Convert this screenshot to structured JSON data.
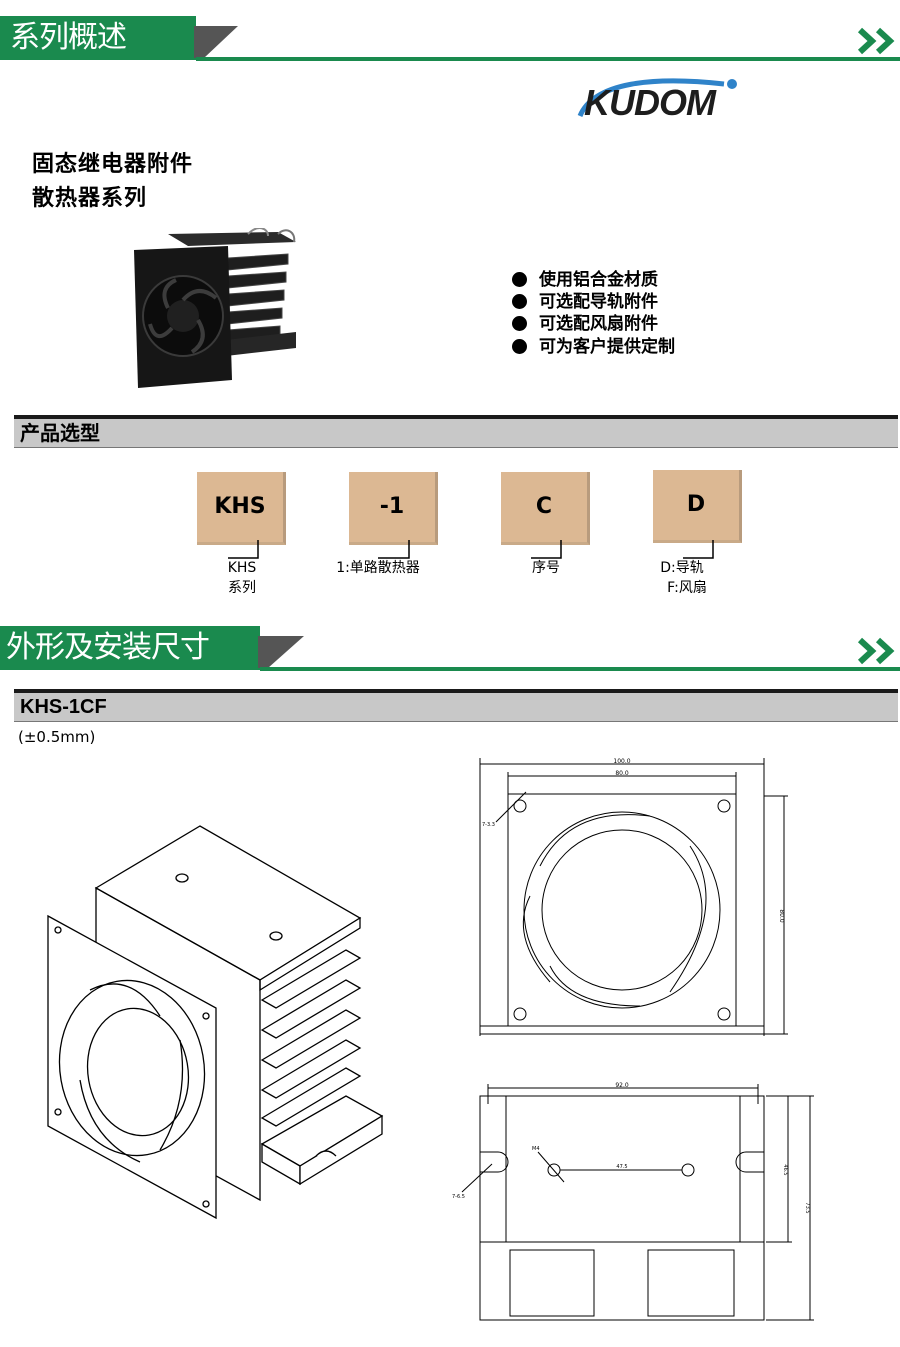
{
  "colors": {
    "banner_green": "#1a8a4e",
    "code_box": "#dcb893",
    "subhead_gray": "#c8c8c8"
  },
  "section1": {
    "title": "系列概述"
  },
  "logo": {
    "text": "KUDOM"
  },
  "product": {
    "line1": "固态继电器附件",
    "line2": "散热器系列"
  },
  "features": [
    "使用铝合金材质",
    "可选配导轨附件",
    "可选配风扇附件",
    "可为客户提供定制"
  ],
  "selection": {
    "title": "产品选型",
    "codes": [
      {
        "code": "KHS",
        "desc_line1": "KHS",
        "desc_line2": "系列"
      },
      {
        "code": "-1",
        "desc_line1": "1:单路散热器",
        "desc_line2": ""
      },
      {
        "code": "C",
        "desc_line1": "序号",
        "desc_line2": ""
      },
      {
        "code": "D",
        "desc_line1": "D:导轨",
        "desc_line2": "F:风扇"
      }
    ]
  },
  "section2": {
    "title": "外形及安装尺寸"
  },
  "model": {
    "title": "KHS-1CF",
    "tolerance": "(±0.5mm)"
  },
  "drawing_front": {
    "dim_total": "100.0",
    "dim_holes": "80.0",
    "dim_height": "80.0",
    "dim_hole": "7-3.3"
  },
  "drawing_bottom": {
    "dim_width": "92.0",
    "dim_m4": "M4",
    "dim_pitch": "47.5",
    "dim_slot": "7-6.5",
    "dim_inner": "46.5",
    "dim_outer": "73.5"
  }
}
